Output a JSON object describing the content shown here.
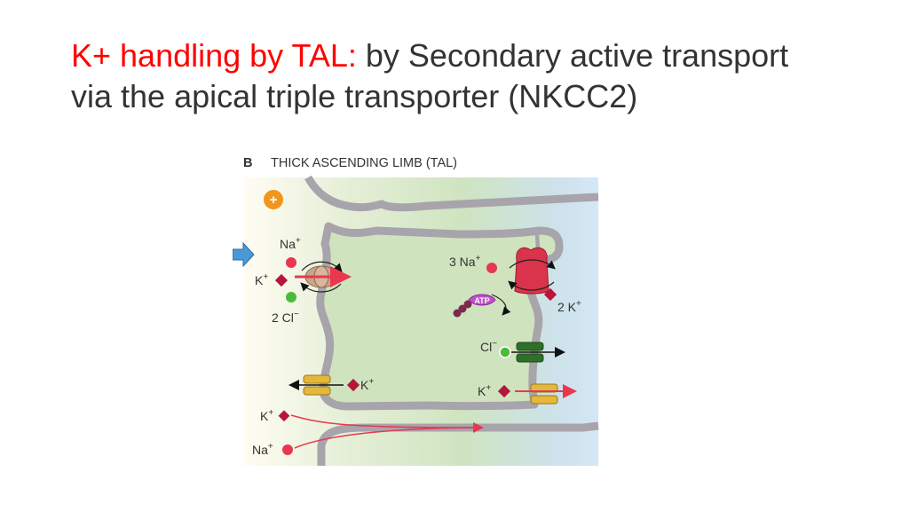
{
  "slide": {
    "title_red": "K+ handling by TAL:",
    "title_rest": " by Secondary active transport",
    "title_line2": "via the apical triple transporter (NKCC2)"
  },
  "figure": {
    "panel_letter": "B",
    "panel_title": "THICK ASCENDING LIMB (TAL)",
    "lumen_charge": "+",
    "labels": {
      "na_apical": "Na",
      "k_apical": "K",
      "cl_apical": "2 Cl",
      "na_pump": "3 Na",
      "atp": "ATP",
      "k_pump": "2 K",
      "cl_baso": "Cl",
      "k_apical_channel": "K",
      "k_baso_channel": "K",
      "k_para": "K",
      "na_para": "Na",
      "plus_sign": "+",
      "minus_sign": "−"
    },
    "colors": {
      "na_ion": "#e8384f",
      "k_ion": "#b5163a",
      "cl_ion": "#4cbb3a",
      "pump": "#d9344c",
      "atp": "#c04fc8",
      "charge_marker": "#f0961e",
      "arrow_blue": "#4a98d4",
      "membrane": "#a7a3ab",
      "cell": "#d3e6c4"
    },
    "icons": [
      "lumen-arrow-icon"
    ]
  }
}
